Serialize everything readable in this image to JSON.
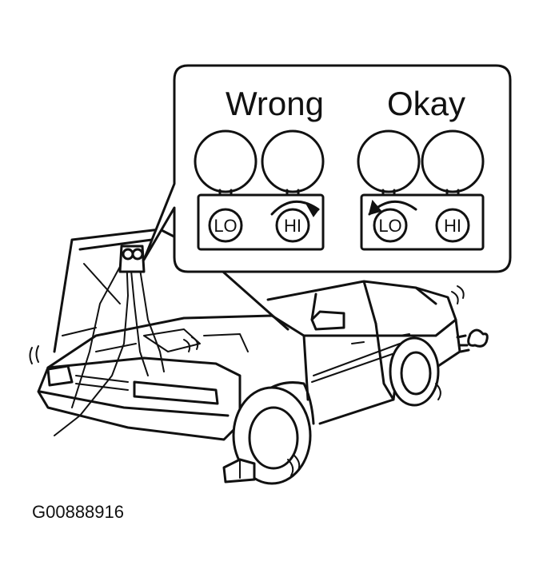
{
  "callout": {
    "wrong": {
      "heading": "Wrong",
      "knob_lo": "LO",
      "knob_hi": "HI"
    },
    "okay": {
      "heading": "Okay",
      "knob_lo": "LO",
      "knob_hi": "HI"
    }
  },
  "figure_code": "G00888916"
}
